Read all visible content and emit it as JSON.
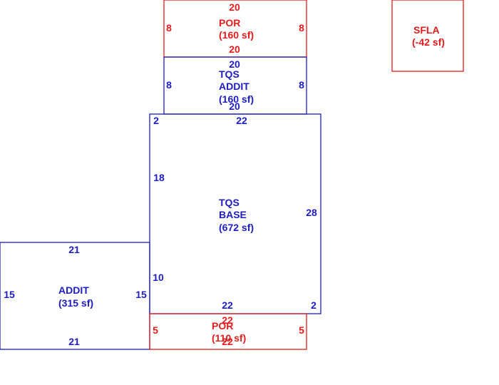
{
  "colors": {
    "red": "#e31b1b",
    "blue": "#1c1cc0"
  },
  "areas": {
    "por_top": {
      "code": "POR",
      "area": "(160 sf)",
      "top": "20",
      "bottom": "20",
      "left": "8",
      "right": "8"
    },
    "tqs_addit": {
      "line1": "TQS",
      "line2": "ADDIT",
      "area": "(160 sf)",
      "top": "20",
      "bottom": "20",
      "left": "8",
      "right": "8"
    },
    "tqs_base": {
      "line1": "TQS",
      "line2": "BASE",
      "area": "(672 sf)",
      "top": "22",
      "bottom": "22",
      "left_upper": "18",
      "left_lower": "10",
      "right": "28",
      "step_top": "2",
      "step_bottom": "2"
    },
    "addit": {
      "code": "ADDIT",
      "area": "(315 sf)",
      "top": "21",
      "bottom": "21",
      "left": "15",
      "right": "15"
    },
    "por_bottom": {
      "code": "POR",
      "area": "(110 sf)",
      "top": "22",
      "bottom": "22",
      "left": "5",
      "right": "5"
    },
    "sfla": {
      "code": "SFLA",
      "area": "(-42 sf)"
    }
  }
}
